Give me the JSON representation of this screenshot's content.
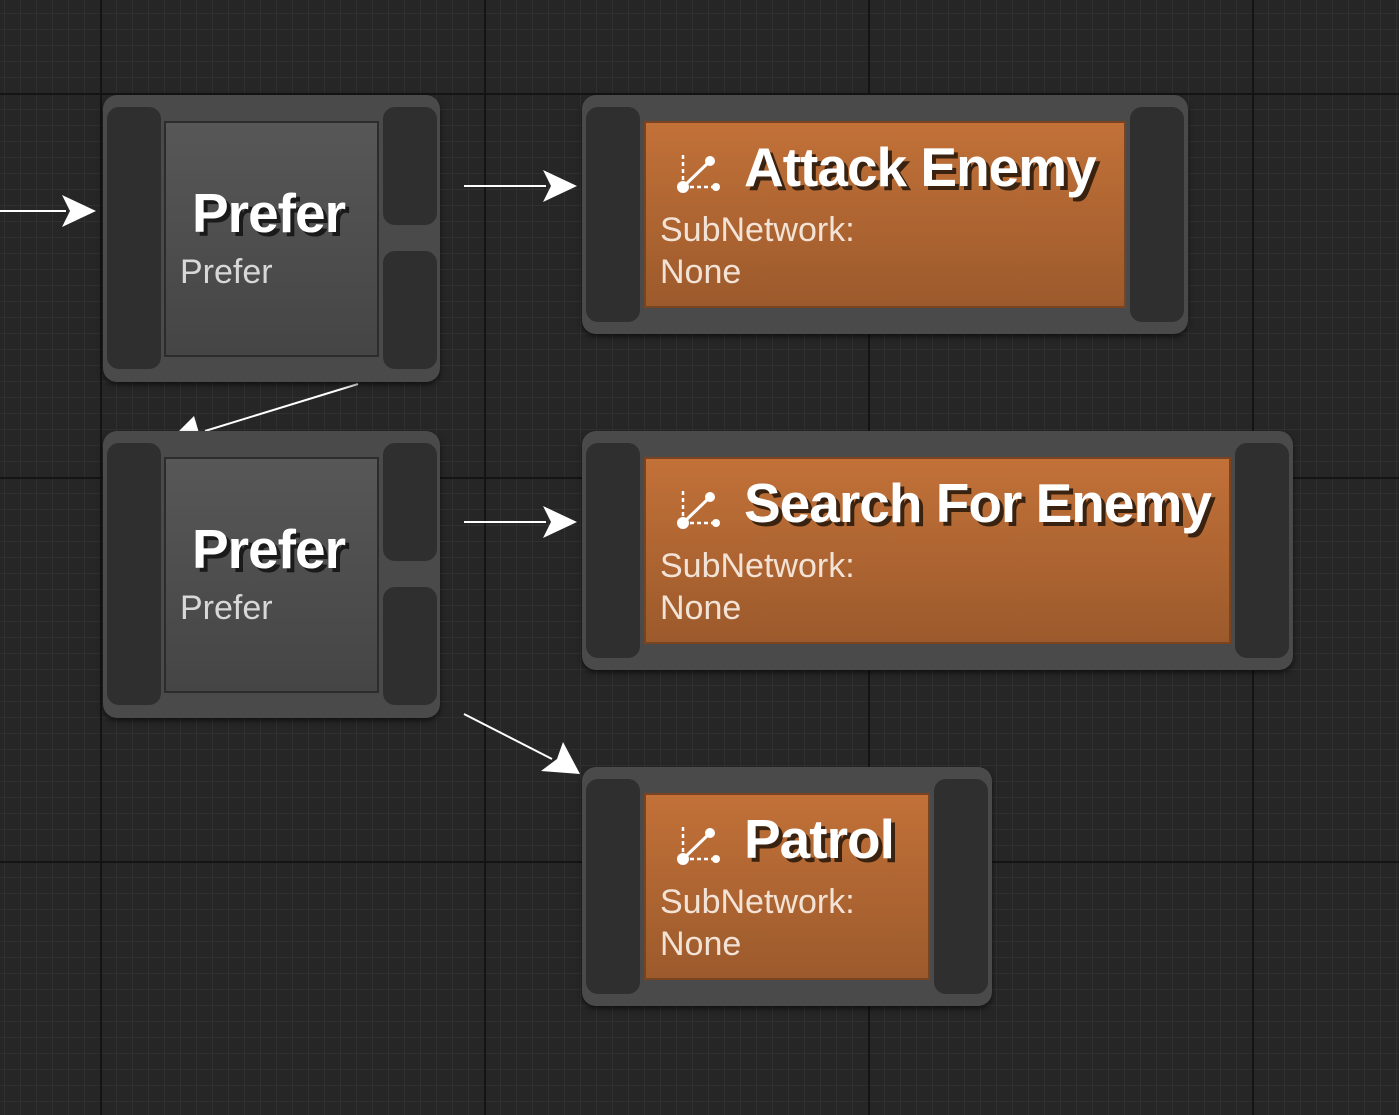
{
  "graph": {
    "nodes": [
      {
        "id": "prefer-1",
        "kind": "composite",
        "title": "Prefer",
        "subtitle": "Prefer"
      },
      {
        "id": "prefer-2",
        "kind": "composite",
        "title": "Prefer",
        "subtitle": "Prefer"
      },
      {
        "id": "attack-enemy",
        "kind": "subnetwork-task",
        "title": "Attack Enemy",
        "label": "SubNetwork:",
        "value": "None",
        "icon": "subnetwork-icon"
      },
      {
        "id": "search-for-enemy",
        "kind": "subnetwork-task",
        "title": "Search For Enemy",
        "label": "SubNetwork:",
        "value": "None",
        "icon": "subnetwork-icon"
      },
      {
        "id": "patrol",
        "kind": "subnetwork-task",
        "title": "Patrol",
        "label": "SubNetwork:",
        "value": "None",
        "icon": "subnetwork-icon"
      }
    ],
    "connections": [
      {
        "from": "offscreen-left",
        "to": "prefer-1"
      },
      {
        "from": "prefer-1",
        "to": "attack-enemy"
      },
      {
        "from": "prefer-1",
        "to": "prefer-2"
      },
      {
        "from": "prefer-2",
        "to": "search-for-enemy"
      },
      {
        "from": "prefer-2",
        "to": "patrol"
      }
    ]
  },
  "colors": {
    "canvas_background": "#262626",
    "grid_major": "#141414",
    "grid_minor": "#303030",
    "node_frame": "#4a4a4a",
    "pin": "#2f2f2f",
    "composite_body": "#505050",
    "task_body": "#b56833",
    "connection": "#ffffff"
  }
}
